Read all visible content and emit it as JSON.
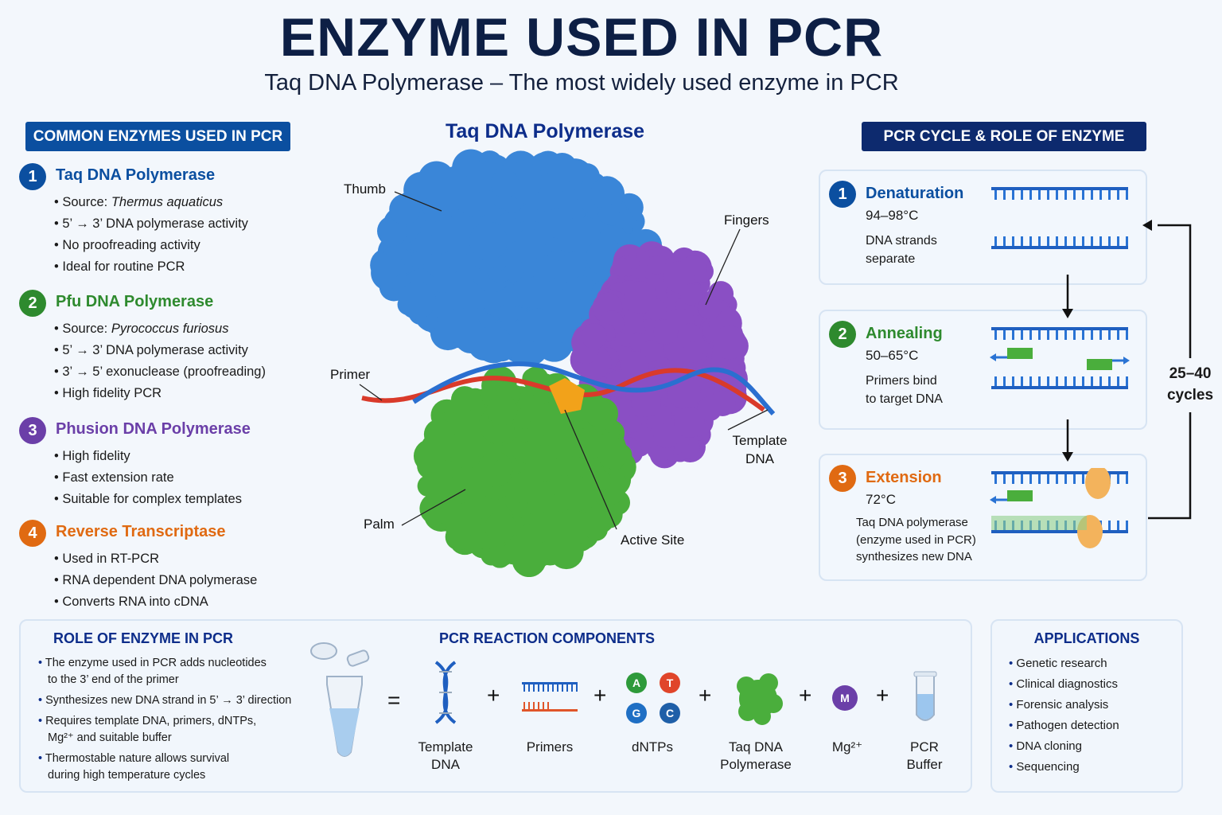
{
  "title": "ENZYME USED IN PCR",
  "subtitle": "Taq DNA Polymerase – The most widely used enzyme in PCR",
  "left": {
    "header": "COMMON ENZYMES USED IN PCR",
    "enzymes": [
      {
        "num": "1",
        "name": "Taq DNA Polymerase",
        "color": "#0b4fa0",
        "bullets": [
          "Source: ",
          "5’ → 3’ DNA polymerase activity",
          "No proofreading activity",
          "Ideal for routine PCR"
        ],
        "source_italic": "Thermus aquaticus"
      },
      {
        "num": "2",
        "name": "Pfu DNA Polymerase",
        "color": "#2e8a2e",
        "bullets": [
          "Source: ",
          "5’ → 3’ DNA polymerase activity",
          "3’ → 5’ exonuclease (proofreading)",
          "High fidelity PCR"
        ],
        "source_italic": "Pyrococcus furiosus"
      },
      {
        "num": "3",
        "name": "Phusion DNA Polymerase",
        "color": "#6b3fa8",
        "bullets": [
          "High fidelity",
          "Fast extension rate",
          "Suitable for complex templates"
        ]
      },
      {
        "num": "4",
        "name": "Reverse Transcriptase",
        "color": "#e06a12",
        "bullets": [
          "Used in RT-PCR",
          "RNA dependent DNA polymerase",
          "Converts RNA into cDNA"
        ]
      }
    ]
  },
  "center": {
    "title": "Taq DNA Polymerase",
    "labels": {
      "thumb": "Thumb",
      "fingers": "Fingers",
      "primer": "Primer",
      "template1": "Template",
      "template2": "DNA",
      "palm": "Palm",
      "active_site": "Active Site"
    }
  },
  "right": {
    "header": "PCR CYCLE & ROLE OF ENZYME",
    "cycles1": "25–40",
    "cycles2": "cycles",
    "steps": [
      {
        "num": "1",
        "name": "Denaturation",
        "temp": "94–98°C",
        "desc1": "DNA strands",
        "desc2": "separate",
        "color": "#0b4fa0"
      },
      {
        "num": "2",
        "name": "Annealing",
        "temp": "50–65°C",
        "desc1": "Primers bind",
        "desc2": "to target DNA",
        "color": "#2e8a2e"
      },
      {
        "num": "3",
        "name": "Extension",
        "temp": "72°C",
        "desc1": "Taq DNA polymerase",
        "desc2": "(enzyme used in PCR)",
        "desc3": "synthesizes new DNA",
        "color": "#e06a12"
      }
    ]
  },
  "role": {
    "title": "ROLE OF ENZYME IN PCR",
    "bullets": [
      [
        "The enzyme used in PCR adds nucleotides",
        "to the 3’ end of the primer"
      ],
      [
        "Synthesizes new DNA strand in 5’ → 3’ direction"
      ],
      [
        "Requires template DNA, primers, dNTPs,",
        "Mg²⁺ and suitable buffer"
      ],
      [
        "Thermostable nature allows survival",
        "during high temperature cycles"
      ]
    ]
  },
  "components": {
    "title": "PCR REACTION COMPONENTS",
    "equals": "=",
    "plus": "+",
    "items": [
      [
        "Template",
        "DNA"
      ],
      [
        "Primers"
      ],
      [
        "dNTPs"
      ],
      [
        "Taq DNA",
        "Polymerase"
      ],
      [
        "Mg²⁺"
      ],
      [
        "PCR",
        "Buffer"
      ]
    ],
    "dntps": [
      "A",
      "T",
      "G",
      "C"
    ],
    "mg_symbol": "M"
  },
  "applications": {
    "title": "APPLICATIONS",
    "items": [
      "Genetic research",
      "Clinical diagnostics",
      "Forensic analysis",
      "Pathogen detection",
      "DNA cloning",
      "Sequencing"
    ]
  }
}
